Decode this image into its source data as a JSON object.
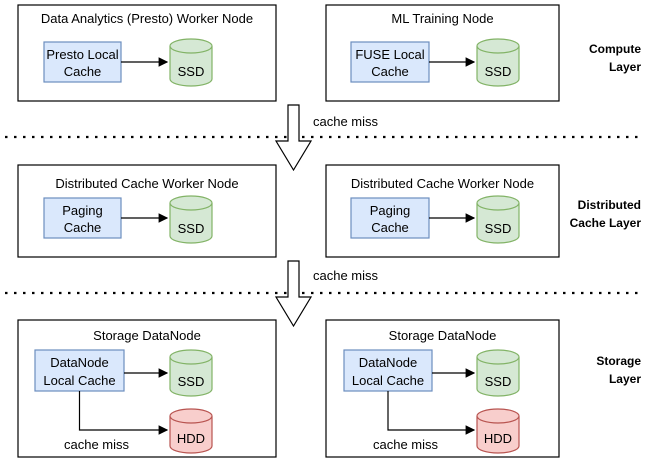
{
  "colors": {
    "cache_fill": "#dae8fc",
    "cache_stroke": "#6c8ebf",
    "ssd_fill": "#d5e8d4",
    "ssd_stroke": "#82b366",
    "hdd_fill": "#f8cecc",
    "hdd_stroke": "#b85450",
    "box_stroke": "#000000"
  },
  "layers": {
    "compute": {
      "line1": "Compute",
      "line2": "Layer"
    },
    "distributed": {
      "line1": "Distributed",
      "line2": "Cache Layer"
    },
    "storage": {
      "line1": "Storage",
      "line2": "Layer"
    }
  },
  "compute": {
    "left": {
      "title": "Data Analytics (Presto) Worker Node",
      "cache_line1": "Presto Local",
      "cache_line2": "Cache",
      "disk": "SSD"
    },
    "right": {
      "title": "ML Training Node",
      "cache_line1": "FUSE Local",
      "cache_line2": "Cache",
      "disk": "SSD"
    }
  },
  "distributed": {
    "left": {
      "title": "Distributed Cache Worker Node",
      "cache_line1": "Paging",
      "cache_line2": "Cache",
      "disk": "SSD"
    },
    "right": {
      "title": "Distributed Cache Worker Node",
      "cache_line1": "Paging",
      "cache_line2": "Cache",
      "disk": "SSD"
    }
  },
  "storage": {
    "left": {
      "title": "Storage DataNode",
      "cache_line1": "DataNode",
      "cache_line2": "Local Cache",
      "disk": "SSD",
      "disk2": "HDD",
      "miss": "cache miss"
    },
    "right": {
      "title": "Storage DataNode",
      "cache_line1": "DataNode",
      "cache_line2": "Local Cache",
      "disk": "SSD",
      "disk2": "HDD",
      "miss": "cache miss"
    }
  },
  "transitions": {
    "first": "cache miss",
    "second": "cache miss"
  }
}
